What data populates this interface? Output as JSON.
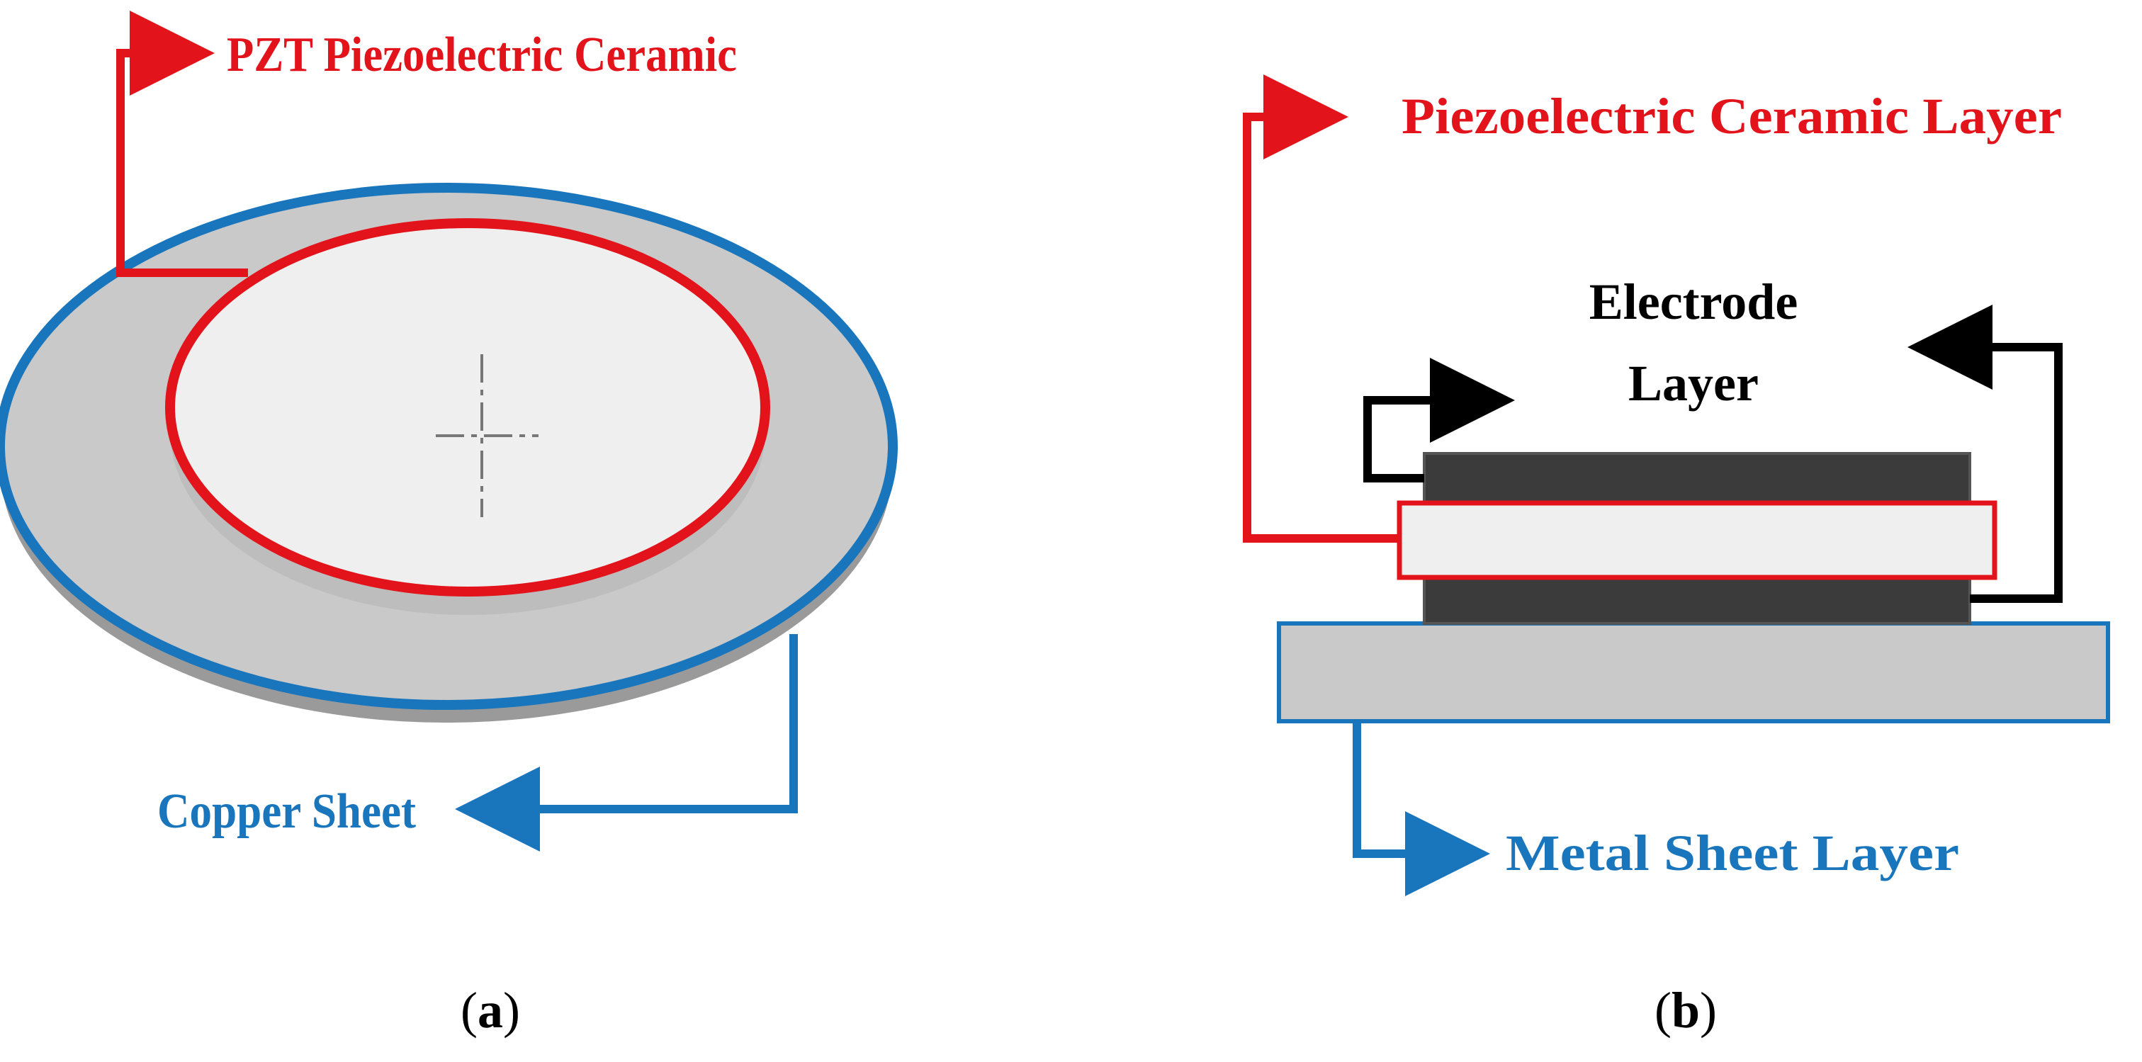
{
  "panel_a": {
    "caption_label": "a",
    "labels": {
      "ceramic": "PZT Piezoelectric Ceramic",
      "copper": "Copper Sheet"
    }
  },
  "panel_b": {
    "caption_label": "b",
    "labels": {
      "ceramic_layer": "Piezoelectric Ceramic Layer",
      "electrode_line1": "Electrode",
      "electrode_line2": "Layer",
      "metal_sheet": "Metal Sheet Layer"
    }
  },
  "colors": {
    "red": "#e3131b",
    "blue": "#1a76bc",
    "black": "#000000",
    "disc_gray": "#c9c9c9",
    "ceramic_fill": "#efefef",
    "electrode_dark": "#3b3b3b"
  }
}
